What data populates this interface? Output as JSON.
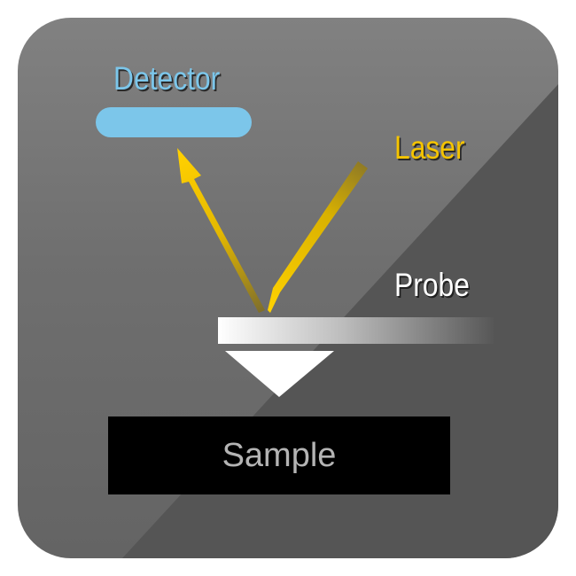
{
  "diagram": {
    "labels": {
      "detector": "Detector",
      "laser": "Laser",
      "probe": "Probe",
      "sample": "Sample"
    },
    "colors": {
      "panel_background": "#7a7a7a",
      "panel_shadow": "#555555",
      "detector": "#7cc6ea",
      "laser": "#f5c400",
      "probe_light": "#ffffff",
      "probe_dark": "#555555",
      "tip": "#ffffff",
      "sample": "#000000",
      "sample_text": "#b4b4b4"
    },
    "icons": [
      "detector-bar",
      "laser-beam-arrow",
      "reflected-beam-arrow",
      "cantilever",
      "probe-tip"
    ]
  }
}
